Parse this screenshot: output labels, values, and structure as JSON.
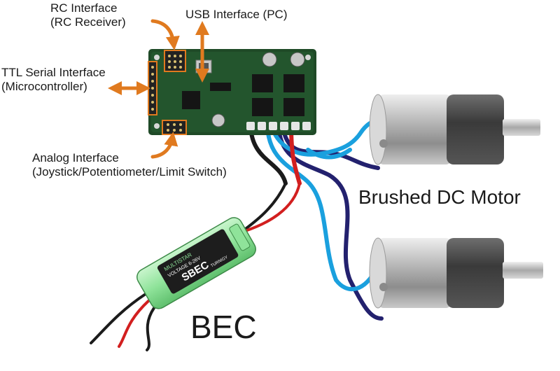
{
  "labels": {
    "rc": {
      "line1": "RC Interface",
      "line2": "(RC Receiver)"
    },
    "usb": "USB Interface (PC)",
    "ttl": {
      "line1": "TTL Serial Interface",
      "line2": "(Microcontroller)"
    },
    "analog": {
      "line1": "Analog Interface",
      "line2": "(Joystick/Potentiometer/Limit Switch)"
    },
    "motor": "Brushed DC Motor",
    "bec": "BEC"
  },
  "bec_module": {
    "brand": "TURNIGY",
    "title": "SBEC",
    "voltage": "VOLTAGE 6-26V",
    "model": "MULTISTAR"
  },
  "colors": {
    "arrow": "#e07a1f",
    "board": "#1f4a27",
    "wire_black": "#1b1b1b",
    "wire_red": "#d21f1f",
    "wire_light_blue": "#1aa0de",
    "wire_dark_blue": "#23216e",
    "bec_green": "#8fe39a"
  }
}
